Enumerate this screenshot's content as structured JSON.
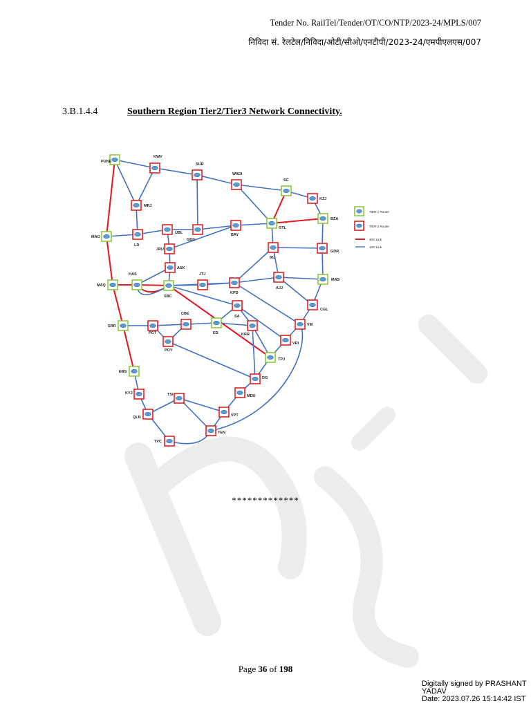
{
  "header": {
    "tender_en": "Tender No. RailTel/Tender/OT/CO/NTP/2023-24/MPLS/007",
    "tender_hi": "निविदा सं. रेलटेल/निविदा/ओटी/सीओ/एनटीपी/2023-24/एमपीएलएस/007"
  },
  "section": {
    "number": "3.B.1.4.4",
    "title": "Southern Region Tier2/Tier3 Network Connectivity."
  },
  "legend": {
    "tier1": "TIER-1 Router",
    "tier2": "TIER-2 Router",
    "link40": "40G Link",
    "link10": "10G Link"
  },
  "colors": {
    "tier1": "#8cc63f",
    "tier2": "#e02020",
    "link40": "#e01b24",
    "link10": "#3d6fc4"
  },
  "nodes": [
    {
      "id": "PUNE",
      "tier": 1
    },
    {
      "id": "KWV",
      "tier": 2
    },
    {
      "id": "SUR",
      "tier": 2
    },
    {
      "id": "WADI",
      "tier": 2
    },
    {
      "id": "SC",
      "tier": 1
    },
    {
      "id": "KZJ",
      "tier": 2
    },
    {
      "id": "MRJ",
      "tier": 2
    },
    {
      "id": "BZA",
      "tier": 1
    },
    {
      "id": "GTL",
      "tier": 1
    },
    {
      "id": "MAO",
      "tier": 1
    },
    {
      "id": "LD",
      "tier": 2
    },
    {
      "id": "UBL",
      "tier": 2
    },
    {
      "id": "GDG",
      "tier": 2
    },
    {
      "id": "BAY",
      "tier": 2
    },
    {
      "id": "GDR",
      "tier": 2
    },
    {
      "id": "RU",
      "tier": 2
    },
    {
      "id": "JRU",
      "tier": 2
    },
    {
      "id": "ASK",
      "tier": 2
    },
    {
      "id": "HAS",
      "tier": 1
    },
    {
      "id": "MAQ",
      "tier": 1
    },
    {
      "id": "SBC",
      "tier": 1
    },
    {
      "id": "JTJ",
      "tier": 2
    },
    {
      "id": "KPD",
      "tier": 2
    },
    {
      "id": "AJJ",
      "tier": 2
    },
    {
      "id": "MAS",
      "tier": 1
    },
    {
      "id": "CGL",
      "tier": 2
    },
    {
      "id": "SA",
      "tier": 2
    },
    {
      "id": "CBE",
      "tier": 2
    },
    {
      "id": "SRR",
      "tier": 1
    },
    {
      "id": "PGT",
      "tier": 2
    },
    {
      "id": "ED",
      "tier": 1
    },
    {
      "id": "KRR",
      "tier": 2
    },
    {
      "id": "VM",
      "tier": 2
    },
    {
      "id": "VRI",
      "tier": 2
    },
    {
      "id": "POY",
      "tier": 2
    },
    {
      "id": "TPJ",
      "tier": 1
    },
    {
      "id": "ERS",
      "tier": 1
    },
    {
      "id": "DG",
      "tier": 2
    },
    {
      "id": "KYJ",
      "tier": 2
    },
    {
      "id": "TSI",
      "tier": 2
    },
    {
      "id": "MDU",
      "tier": 2
    },
    {
      "id": "QLN",
      "tier": 2
    },
    {
      "id": "VPT",
      "tier": 2
    },
    {
      "id": "TEN",
      "tier": 2
    },
    {
      "id": "TVC",
      "tier": 2
    }
  ],
  "links": [
    {
      "a": "PUNE",
      "b": "KWV",
      "g": 10
    },
    {
      "a": "KWV",
      "b": "SUR",
      "g": 10
    },
    {
      "a": "SUR",
      "b": "WADI",
      "g": 10
    },
    {
      "a": "WADI",
      "b": "SC",
      "g": 10
    },
    {
      "a": "SC",
      "b": "KZJ",
      "g": 10
    },
    {
      "a": "KZJ",
      "b": "BZA",
      "g": 10
    },
    {
      "a": "PUNE",
      "b": "MRJ",
      "g": 10
    },
    {
      "a": "KWV",
      "b": "MRJ",
      "g": 10
    },
    {
      "a": "MRJ",
      "b": "LD",
      "g": 10
    },
    {
      "a": "SUR",
      "b": "GDG",
      "g": 10
    },
    {
      "a": "WADI",
      "b": "GTL",
      "g": 10
    },
    {
      "a": "SC",
      "b": "GTL",
      "g": 40
    },
    {
      "a": "GTL",
      "b": "BZA",
      "g": 40
    },
    {
      "a": "PUNE",
      "b": "MAO",
      "g": 40
    },
    {
      "a": "MAO",
      "b": "LD",
      "g": 10
    },
    {
      "a": "LD",
      "b": "UBL",
      "g": 10
    },
    {
      "a": "UBL",
      "b": "GDG",
      "g": 10
    },
    {
      "a": "GDG",
      "b": "BAY",
      "g": 10
    },
    {
      "a": "BAY",
      "b": "GTL",
      "g": 10
    },
    {
      "a": "UBL",
      "b": "JRU",
      "g": 10
    },
    {
      "a": "JRU",
      "b": "BAY",
      "g": 10
    },
    {
      "a": "BZA",
      "b": "GDR",
      "g": 10
    },
    {
      "a": "GTL",
      "b": "RU",
      "g": 10
    },
    {
      "a": "RU",
      "b": "GDR",
      "g": 10
    },
    {
      "a": "GDR",
      "b": "MAS",
      "g": 10
    },
    {
      "a": "JRU",
      "b": "ASK",
      "g": 10
    },
    {
      "a": "ASK",
      "b": "SBC",
      "g": 10
    },
    {
      "a": "ASK",
      "b": "HAS",
      "g": 10
    },
    {
      "a": "MAO",
      "b": "MAQ",
      "g": 40
    },
    {
      "a": "MAQ",
      "b": "HAS",
      "g": 40
    },
    {
      "a": "HAS",
      "b": "SBC",
      "g": 40
    },
    {
      "a": "SBC",
      "b": "JTJ",
      "g": 10
    },
    {
      "a": "JTJ",
      "b": "KPD",
      "g": 10
    },
    {
      "a": "KPD",
      "b": "AJJ",
      "g": 10
    },
    {
      "a": "AJJ",
      "b": "MAS",
      "g": 10
    },
    {
      "a": "RU",
      "b": "KPD",
      "g": 10
    },
    {
      "a": "RU",
      "b": "AJJ",
      "g": 10
    },
    {
      "a": "MAS",
      "b": "CGL",
      "g": 10
    },
    {
      "a": "AJJ",
      "b": "CGL",
      "g": 10
    },
    {
      "a": "SBC",
      "b": "KPD",
      "g": 10
    },
    {
      "a": "SBC",
      "b": "SA",
      "g": 10
    },
    {
      "a": "SBC",
      "b": "TPJ",
      "g": 40
    },
    {
      "a": "KPD",
      "b": "VM",
      "g": 10
    },
    {
      "a": "CGL",
      "b": "VM",
      "g": 10
    },
    {
      "a": "MAQ",
      "b": "SRR",
      "g": 40
    },
    {
      "a": "SRR",
      "b": "PGT",
      "g": 10
    },
    {
      "a": "PGT",
      "b": "CBE",
      "g": 10
    },
    {
      "a": "CBE",
      "b": "ED",
      "g": 10
    },
    {
      "a": "ED",
      "b": "SA",
      "g": 10
    },
    {
      "a": "ED",
      "b": "KRR",
      "g": 10
    },
    {
      "a": "SA",
      "b": "KRR",
      "g": 10
    },
    {
      "a": "SA",
      "b": "VRI",
      "g": 10
    },
    {
      "a": "KRR",
      "b": "TPJ",
      "g": 10
    },
    {
      "a": "KRR",
      "b": "DG",
      "g": 10
    },
    {
      "a": "VM",
      "b": "VRI",
      "g": 10
    },
    {
      "a": "VRI",
      "b": "TPJ",
      "g": 10
    },
    {
      "a": "PGT",
      "b": "POY",
      "g": 10
    },
    {
      "a": "CBE",
      "b": "POY",
      "g": 10
    },
    {
      "a": "POY",
      "b": "DG",
      "g": 10
    },
    {
      "a": "TPJ",
      "b": "DG",
      "g": 10
    },
    {
      "a": "DG",
      "b": "MDU",
      "g": 10
    },
    {
      "a": "SRR",
      "b": "ERS",
      "g": 40
    },
    {
      "a": "ERS",
      "b": "KYJ",
      "g": 10
    },
    {
      "a": "KYJ",
      "b": "QLN",
      "g": 10
    },
    {
      "a": "QLN",
      "b": "TSI",
      "g": 10
    },
    {
      "a": "TSI",
      "b": "VPT",
      "g": 10
    },
    {
      "a": "TSI",
      "b": "TEN",
      "g": 10
    },
    {
      "a": "MDU",
      "b": "VPT",
      "g": 10
    },
    {
      "a": "VPT",
      "b": "TEN",
      "g": 10
    },
    {
      "a": "QLN",
      "b": "TVC",
      "g": 10
    }
  ],
  "curves": [
    {
      "a": "HAS",
      "b": "SBC",
      "g": 40
    },
    {
      "a": "HAS",
      "b": "SBC",
      "g": 10
    },
    {
      "a": "VM",
      "b": "TEN",
      "g": 10
    },
    {
      "a": "TVC",
      "b": "TEN",
      "g": 10
    }
  ],
  "footer": {
    "stars": "*************",
    "page_prefix": "Page",
    "page_current": "36",
    "page_of": "of",
    "page_total": "198"
  },
  "signature": {
    "line1": "Digitally signed by PRASHANT",
    "line2": "YADAV",
    "line3": "Date: 2023.07.26 15:14:42 IST"
  }
}
